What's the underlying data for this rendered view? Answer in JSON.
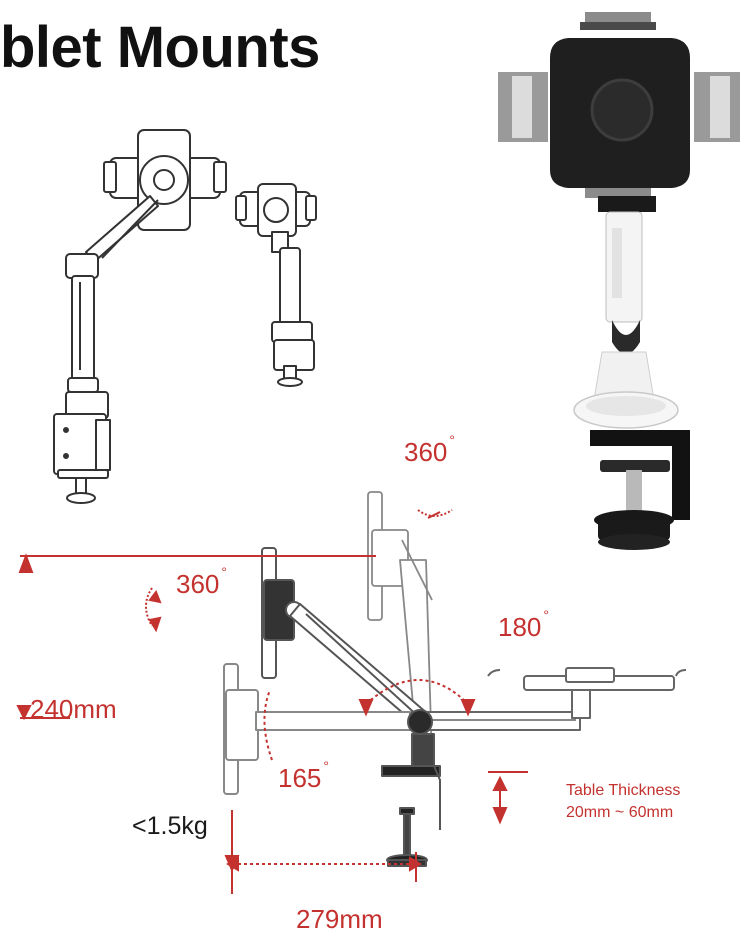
{
  "title": "blet Mounts",
  "colors": {
    "accent": "#c4322f",
    "line": "#333333",
    "mount_black": "#1c1c1c"
  },
  "annotations": {
    "rotate_top": "360",
    "rotate_left": "360",
    "tilt": "180",
    "height": "240mm",
    "angle": "165",
    "weight": "<1.5kg",
    "table_thickness_label": "Table Thickness",
    "table_thickness_range": "20mm ~  60mm",
    "reach": "279mm"
  }
}
